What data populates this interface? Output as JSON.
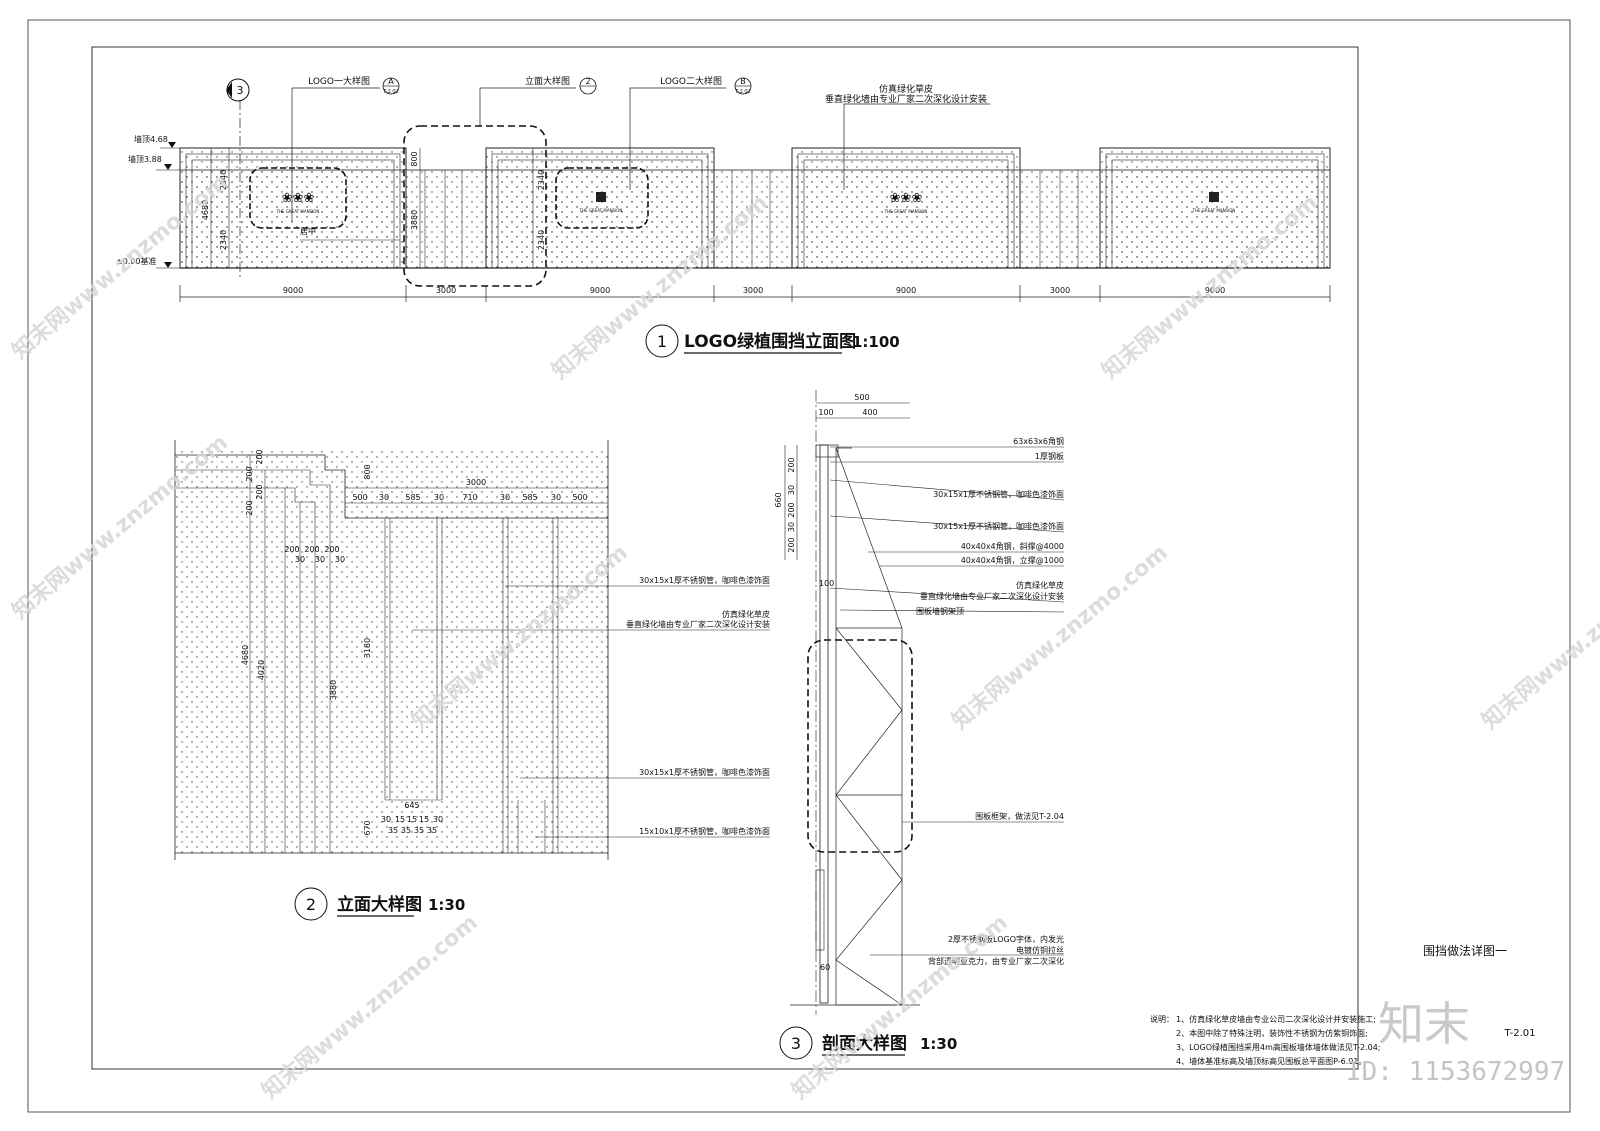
{
  "elevation": {
    "title": "LOGO绿植围挡立面图",
    "scale": "1:100",
    "num": "1",
    "callouts": {
      "logo_a": "LOGO一大样图",
      "logo_a_mark": "A",
      "logo_a_ref": "T-2.02",
      "elev_detail": "立面大样图",
      "elev_detail_mark": "2",
      "logo_b": "LOGO二大样图",
      "logo_b_mark": "B",
      "logo_b_ref": "T-2.02",
      "section_mark": "3",
      "note_l1": "仿真绿化草皮",
      "note_l2": "垂直绿化墙由专业厂家二次深化设计安装"
    },
    "levels": {
      "top1": "墙顶4.68",
      "top2": "墙顶3.88",
      "base": "±0.00基准"
    },
    "dims_v": {
      "h4680": "4680",
      "h2340a": "2340",
      "h2340b": "2340",
      "h800": "800",
      "h3880": "3880",
      "h2340c": "2340",
      "h2340d": "2340"
    },
    "center_label": "居中",
    "spans": [
      "9000",
      "3000",
      "9000",
      "3000",
      "9000",
      "3000",
      "9000"
    ],
    "logo_text": "THE GREAT MANSION"
  },
  "detail2": {
    "title": "立面大样图",
    "scale": "1:30",
    "num": "2",
    "top_dims": [
      "500",
      "30",
      "585",
      "30",
      "710",
      "30",
      "585",
      "30",
      "500"
    ],
    "total": "3000",
    "h800": "800",
    "left_v": [
      "200",
      "200",
      "200",
      "200"
    ],
    "steps_h": [
      "200",
      "200",
      "200"
    ],
    "steps_30": [
      "30",
      "30",
      "30"
    ],
    "v_dims": {
      "h4680": "4680",
      "h4020": "4020",
      "h3880": "3880",
      "h3180": "3180",
      "h670": "670"
    },
    "bottom_645": "645",
    "bottom_a": [
      "30",
      "15",
      "15",
      "15",
      "30"
    ],
    "bottom_b": [
      "35",
      "35",
      "35",
      "35"
    ],
    "notes": [
      "30x15x1厚不锈钢管，咖啡色漆饰面",
      "仿真绿化草皮",
      "垂直绿化墙由专业厂家二次深化设计安装",
      "30x15x1厚不锈钢管，咖啡色漆饰面",
      "15x10x1厚不锈钢管，咖啡色漆饰面"
    ]
  },
  "detail3": {
    "title": "剖面大样图",
    "scale": "1:30",
    "num": "3",
    "top": {
      "w500": "500",
      "w100": "100",
      "w400": "400"
    },
    "v_dims": [
      "200",
      "30",
      "200",
      "30",
      "200"
    ],
    "h660": "660",
    "d100": "100",
    "d60": "60",
    "notes": [
      "63x63x6角钢",
      "1厚钢板",
      "30x15x1厚不锈钢管，咖啡色漆饰面",
      "30x15x1厚不锈钢管，咖啡色漆饰面",
      "40x40x4角钢，斜撑@4000",
      "40x40x4角钢，立撑@1000",
      "仿真绿化草皮",
      "垂直绿化墙由专业厂家二次深化设计安装",
      "围板墙钢架顶",
      "围板框架，做法见T-2.04",
      "2厚不锈钢板LOGO字体，内发光",
      "电镀仿铜拉丝",
      "背部透明亚克力，由专业厂家二次深化"
    ]
  },
  "notes": {
    "head": "说明：",
    "lines": [
      "1、仿真绿化草皮墙由专业公司二次深化设计并安装施工;",
      "2、本图中除了特殊注明，装饰性不锈钢为仿紫铜饰面;",
      "3、LOGO绿植围挡采用4m高围板墙体墙体做法见T-2.04;",
      "4、墙体基准标高及墙顶标高见围板总平面图P-6.01。"
    ]
  },
  "sheet": {
    "name": "围挡做法详图一",
    "number": "T-2.01"
  },
  "watermark": {
    "text": "知末网www.znzmo.com",
    "brand": "知末",
    "id": "ID: 1153672997"
  }
}
